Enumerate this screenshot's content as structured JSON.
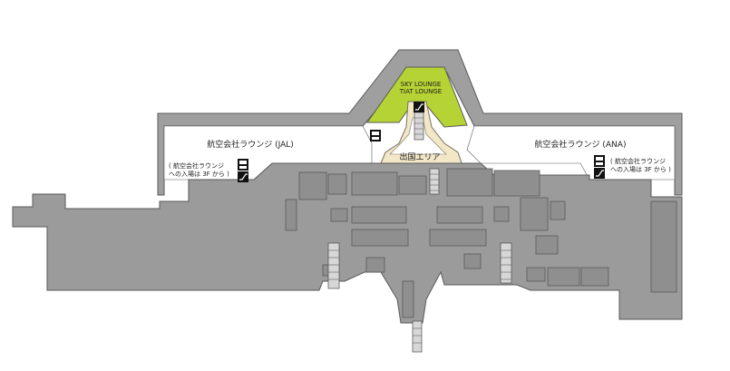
{
  "map": {
    "areas": {
      "sky_lounge_line1": "SKY LOUNGE",
      "sky_lounge_line2": "TIAT LOUNGE",
      "departure_area": "出国エリア",
      "jal_lounge": "航空会社ラウンジ (JAL)",
      "ana_lounge": "航空会社ラウンジ (ANA)"
    },
    "notes": {
      "left_line1": "( 航空会社ラウンジ",
      "left_line2": "への入場は 3F から )",
      "right_line1": "( 航空会社ラウンジ",
      "right_line2": "への入場は 3F から )"
    },
    "icons": [
      "elevator-icon",
      "escalator-icon"
    ],
    "colors": {
      "building": "#9b9b9b",
      "outline": "#5a5a5a",
      "upper_floor": "#9f9f9f",
      "sky_lounge": "#b5d334",
      "departure_path": "#f2e8c8",
      "white_area": "#ffffff"
    }
  }
}
